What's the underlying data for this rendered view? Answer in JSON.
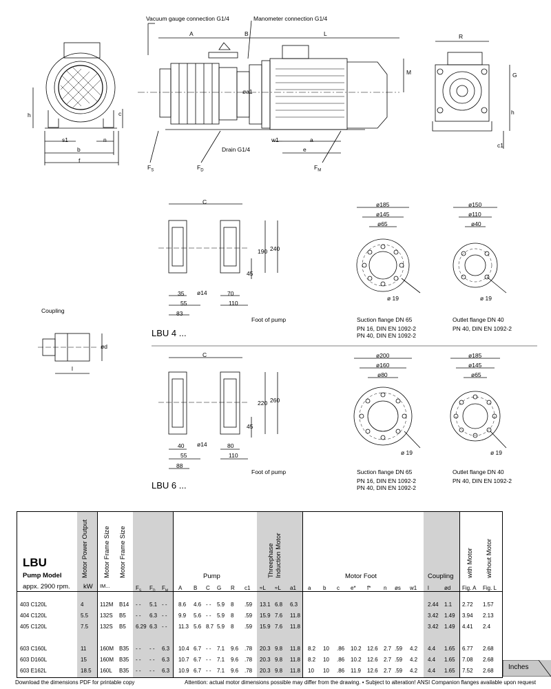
{
  "top_labels": {
    "vacuum": "Vacuum gauge connection G1/4",
    "manometer": "Manometer connection G1/4",
    "drain": "Drain G1/4",
    "A": "A",
    "B": "B",
    "L": "L",
    "M": "M",
    "R": "R",
    "G": "G",
    "h": "h",
    "c": "c",
    "c1": "c1",
    "s1": "s1",
    "n": "n",
    "b": "b",
    "f": "f",
    "a1": "øa1",
    "w1": "w1",
    "a": "a",
    "e": "e",
    "FS": "F",
    "FS_sub": "S",
    "FD": "F",
    "FD_sub": "D",
    "FM": "F",
    "FM_sub": "M"
  },
  "coupling": {
    "title": "Coupling",
    "d": "ød",
    "l": "l"
  },
  "lbu4": {
    "title": "LBU 4 ...",
    "C": "C",
    "d35": "35",
    "d55": "55",
    "d83": "83",
    "d14": "ø14",
    "d70": "70",
    "d110": "110",
    "d45": "45",
    "d190": "190",
    "d240": "240",
    "foot": "Foot of pump",
    "suction": {
      "d1": "ø185",
      "d2": "ø145",
      "d3": "ø65",
      "d19": "ø 19",
      "title": "Suction flange DN 65",
      "line1": "PN 16, DIN EN 1092-2",
      "line2": "PN 40, DIN EN 1092-2"
    },
    "outlet": {
      "d1": "ø150",
      "d2": "ø110",
      "d3": "ø40",
      "d19": "ø 19",
      "title": "Outlet flange DN 40",
      "line1": "PN 40, DIN EN 1092-2"
    }
  },
  "lbu6": {
    "title": "LBU 6 ...",
    "C": "C",
    "d40": "40",
    "d55": "55",
    "d88": "88",
    "d14": "ø14",
    "d80": "80",
    "d110": "110",
    "d45": "45",
    "d220": "220",
    "d260": "260",
    "foot": "Foot of pump",
    "suction": {
      "d1": "ø200",
      "d2": "ø160",
      "d3": "ø80",
      "d19": "ø 19",
      "title": "Suction flange DN 65",
      "line1": "PN 16, DIN EN 1092-2",
      "line2": "PN 40, DIN EN 1092-2"
    },
    "outlet": {
      "d1": "ø185",
      "d2": "ø145",
      "d3": "ø65",
      "d19": "ø 19",
      "title": "Outlet flange DN 40",
      "line1": "PN 40, DIN EN 1092-2"
    }
  },
  "table": {
    "brand": "LBU",
    "pump_model": "Pump Model",
    "rpm": "appx. 2900 rpm.",
    "motor_power": "Motor Power Output",
    "motor_frame_size": "Motor Frame Size",
    "motor_frame_size2": "Motor Frame Size",
    "kw": "kW",
    "im": "IM...",
    "pump": "Pump",
    "threephase": "Threephase",
    "induction": "Induction Motor",
    "motor_foot": "Motor Foot",
    "coupling": "Coupling",
    "with_motor": "with Motor",
    "without_motor": "without Motor",
    "sub": {
      "FS": "F",
      "FD": "F",
      "FM": "F",
      "A": "A",
      "B": "B",
      "C": "C",
      "G": "G",
      "R": "R",
      "c1": "c1",
      "L1": "≈L",
      "L2": "≈L",
      "a1": "a1",
      "a": "a",
      "b": "b",
      "c": "c",
      "e": "e*",
      "f": "f*",
      "n": "n",
      "s": "øs",
      "w1": "w1",
      "l": "l",
      "d": "ød",
      "figA": "Fig. A",
      "figL": "Fig. L"
    },
    "rows": [
      [
        "403 C120L",
        "4",
        "112M",
        "B14",
        "- -",
        "5.1",
        "- -",
        "8.6",
        "4.6",
        "- -",
        "5.9",
        "8",
        ".59",
        "13.1",
        "6.8",
        "6.3",
        "",
        "",
        "",
        "",
        "",
        "",
        "",
        "",
        "2.44",
        "1.1",
        "2.72",
        "1.57"
      ],
      [
        "404 C120L",
        "5.5",
        "132S",
        "B5",
        "- -",
        "6.3",
        "- -",
        "9.9",
        "5.6",
        "- -",
        "5.9",
        "8",
        ".59",
        "15.9",
        "7.6",
        "11.8",
        "",
        "",
        "",
        "",
        "",
        "",
        "",
        "",
        "3.42",
        "1.49",
        "3.94",
        "2.13"
      ],
      [
        "405 C120L",
        "7.5",
        "132S",
        "B5",
        "6.29",
        "6.3",
        "- -",
        "11.3",
        "5.6",
        "8.7",
        "5.9",
        "8",
        ".59",
        "15.9",
        "7.6",
        "11.8",
        "",
        "",
        "",
        "",
        "",
        "",
        "",
        "",
        "3.42",
        "1.49",
        "4.41",
        "2.4"
      ],
      [
        "603 C160L",
        "11",
        "160M",
        "B35",
        "- -",
        "- -",
        "6.3",
        "10.4",
        "6.7",
        "- -",
        "7.1",
        "9.6",
        ".78",
        "20.3",
        "9.8",
        "11.8",
        "8.2",
        "10",
        ".86",
        "10.2",
        "12.6",
        "2.7",
        ".59",
        "4.2",
        "4.4",
        "1.65",
        "6.77",
        "2.68"
      ],
      [
        "603 D160L",
        "15",
        "160M",
        "B35",
        "- -",
        "- -",
        "6.3",
        "10.7",
        "6.7",
        "- -",
        "7.1",
        "9.6",
        ".78",
        "20.3",
        "9.8",
        "11.8",
        "8.2",
        "10",
        ".86",
        "10.2",
        "12.6",
        "2.7",
        ".59",
        "4.2",
        "4.4",
        "1.65",
        "7.08",
        "2.68"
      ],
      [
        "603 E162L",
        "18.5",
        "160L",
        "B35",
        "- -",
        "- -",
        "6.3",
        "10.9",
        "6.7",
        "- -",
        "7.1",
        "9.6",
        ".78",
        "20.3",
        "9.8",
        "11.8",
        "10",
        "10",
        ".86",
        "11.9",
        "12.6",
        "2.7",
        ".59",
        "4.2",
        "4.4",
        "1.65",
        "7.52",
        "2.68"
      ]
    ]
  },
  "inches_tab": "Inches",
  "footer": {
    "download": "Download the dimensions PDF for printable copy",
    "attention": "Attention: actual motor dimensions possible may differ from the drawing. • Subject to alteration!  ANSI Companion flanges available upon request"
  }
}
